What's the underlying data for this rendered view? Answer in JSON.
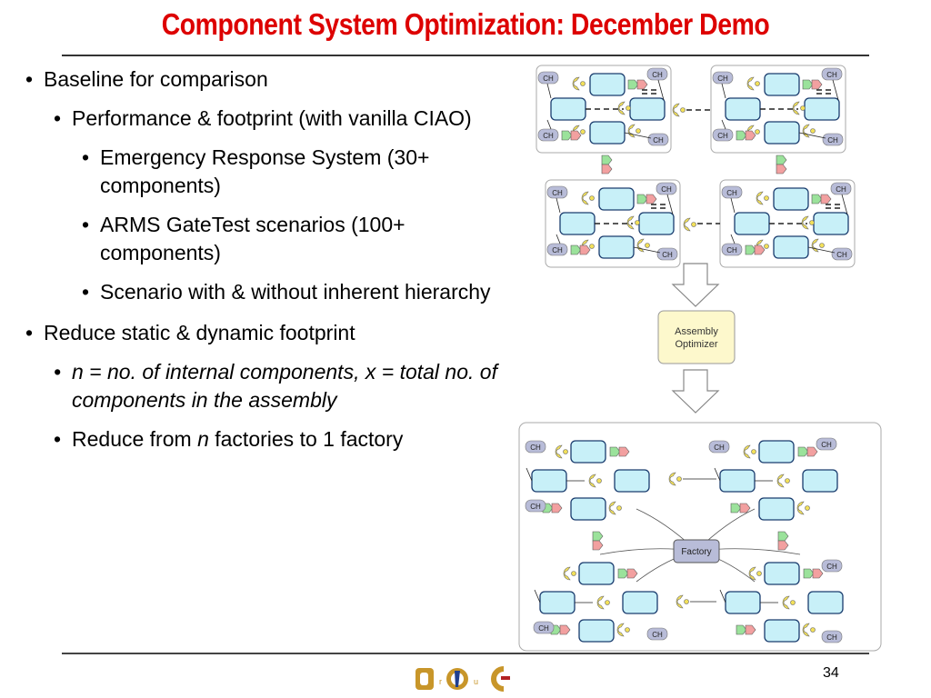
{
  "slide": {
    "title": "Component System Optimization: December Demo",
    "page_number": "34"
  },
  "bullets": {
    "b1": "Baseline for comparison",
    "b1_1": "Performance & footprint (with vanilla CIAO)",
    "b1_1_1": "Emergency Response System (30+ components)",
    "b1_1_2": "ARMS GateTest scenarios (100+ components)",
    "b1_1_3": "Scenario with & without inherent hierarchy",
    "b2": "Reduce static & dynamic footprint",
    "b2_1": {
      "n": "n",
      "rest1": " = no. of internal components, ",
      "x": "x",
      "rest2": " = total no. of components in the assembly"
    },
    "b2_2": {
      "pre": "Reduce from ",
      "n": "n",
      "post": " factories to 1 factory"
    }
  },
  "diagram": {
    "ch_label": "CH",
    "optimizer_label_1": "Assembly",
    "optimizer_label_2": "Optimizer",
    "factory_label": "Factory"
  },
  "logo": {
    "letters": [
      "D",
      "r",
      "O",
      "u",
      "C"
    ],
    "colors": {
      "gold": "#c8962a",
      "blue": "#1f3f8f",
      "red": "#b22222"
    }
  },
  "colors": {
    "title": "#dd0000",
    "component_fill": "#c8f0f8",
    "component_stroke": "#1a3c6e",
    "ch_badge": "#b8bcd8",
    "optimizer_fill": "#fdf8cc",
    "factory_fill": "#b8bcd8",
    "port_green": "#9be29b",
    "port_red": "#f2a0a0",
    "port_yellow": "#f2e05a"
  }
}
